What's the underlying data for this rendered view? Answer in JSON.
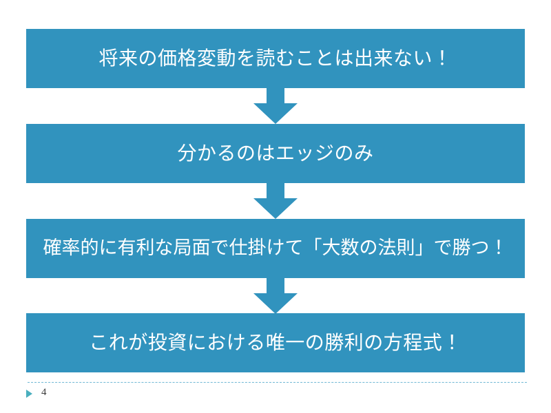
{
  "slide": {
    "background_color": "#ffffff",
    "accent_color": "#3193be",
    "text_color": "#ffffff",
    "footer_rule_color": "#6fb7d4",
    "bullet_color": "#4aafbe"
  },
  "flow": {
    "type": "vertical-process-flow",
    "connector_icon": "down-arrow-icon",
    "steps": [
      {
        "id": "step-1",
        "text": "将来の価格変動を読むことは出来ない！"
      },
      {
        "id": "step-2",
        "text": "分かるのはエッジのみ"
      },
      {
        "id": "step-3",
        "text": "確率的に有利な局面で仕掛けて「大数の法則」で勝つ！"
      },
      {
        "id": "step-4",
        "text": "これが投資における唯一の勝利の方程式！"
      }
    ]
  },
  "footer": {
    "bullet_icon": "triangle-right-icon",
    "slide_number": "4"
  }
}
